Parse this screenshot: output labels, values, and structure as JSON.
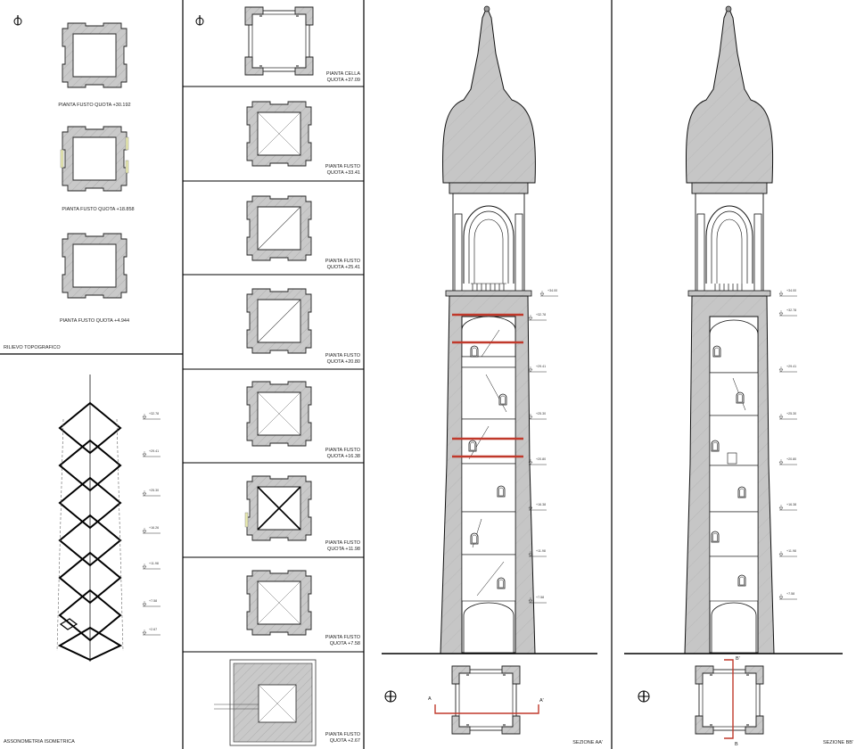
{
  "plans_col1": [
    {
      "label": "PIANTA FUSTO QUOTA +30.192"
    },
    {
      "label": "PIANTA FUSTO QUOTA +18.858"
    },
    {
      "label": "PIANTA FUSTO QUOTA +4.944"
    }
  ],
  "panel_rilievo": {
    "title": "RILIEVO TOPOGRAFICO"
  },
  "panel_axo": {
    "title": "ASSONOMETRIA ISOMETRICA",
    "levels": [
      "+32.78",
      "+29.41",
      "+25.30",
      "+16.26",
      "+11.98",
      "+7.58",
      "+2.67"
    ]
  },
  "plans_col2": [
    {
      "line1": "PIANTA CELLA",
      "line2": "QUOTA +37.09"
    },
    {
      "line1": "PIANTA FUSTO",
      "line2": "QUOTA +33.41"
    },
    {
      "line1": "PIANTA FUSTO",
      "line2": "QUOTA +25.41"
    },
    {
      "line1": "PIANTA FUSTO",
      "line2": "QUOTA +20.80"
    },
    {
      "line1": "PIANTA FUSTO",
      "line2": "QUOTA +16.38"
    },
    {
      "line1": "PIANTA FUSTO",
      "line2": "QUOTA +11.98"
    },
    {
      "line1": "PIANTA FUSTO",
      "line2": "QUOTA +7.58"
    },
    {
      "line1": "PIANTA FUSTO",
      "line2": "QUOTA +2.67"
    }
  ],
  "section_aa": {
    "title": "SEZIONE AA'",
    "cut_start": "A",
    "cut_end": "A'",
    "levels": [
      "+34.00",
      "+32.78",
      "+29.41",
      "+25.30",
      "+20.80",
      "+16.38",
      "+11.98",
      "+7.58"
    ]
  },
  "section_bb": {
    "title": "SEZIONE BB'",
    "cut_start": "B'",
    "cut_end": "B",
    "levels": [
      "+34.00",
      "+32.78",
      "+29.41",
      "+25.30",
      "+20.80",
      "+16.38",
      "+11.98",
      "+7.58"
    ]
  },
  "colors": {
    "wall": "#c8c8c8",
    "accent": "#c0392b",
    "line": "#111111",
    "frame": "#000000"
  },
  "north_symbols": [
    "north-arrow-icon"
  ]
}
